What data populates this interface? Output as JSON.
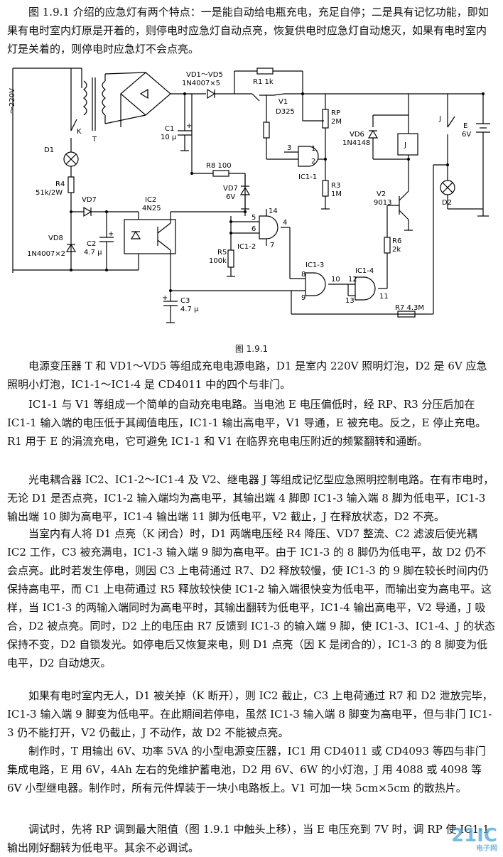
{
  "intro": "图 1.9.1 介绍的应急灯有两个特点：一是能自动给电瓶充电，充足自停；二是具有记忆功能，即如果有电时室内灯原是开着的，则停电时应急灯自动点亮，恢复供电时应急灯自动熄灭，如果有电时室内灯是关着的，则停电时应急灯不会点亮。",
  "figure_caption": "图 1.9.1",
  "paragraphs": [
    "电源变压器 T 和 VD1～VD5 等组成充电电源电路，D1 是室内 220V 照明灯泡，D2 是 6V 应急照明小灯泡，IC1-1～IC1-4 是 CD4011 中的四个与非门。",
    "IC1-1 与 V1 等组成一个简单的自动充电电路。当电池 E 电压偏低时，经 RP、R3 分压后加在 IC1-1 输入端的电压低于其阈值电压，IC1-1 输出高电平，V1 导通，E 被充电。反之，E 停止充电。R1 用于 E 的涓流充电，它可避免 IC1-1 和 V1 在临界充电电压附近的频繁翻转和通断。",
    "光电耦合器 IC2、IC1-2～IC1-4 及 V2、继电器 J 等组成记忆型应急照明控制电路。在有市电时，无论 D1 是否点亮，IC1-2 输入端均为高电平，其输出端 4 脚即 IC1-3 输入端 8 脚为低电平，IC1-3 输出端 10 脚为高电平，IC1-4 输出端 11 脚为低电平，V2 截止，J 在释放状态，D2 不亮。",
    "当室内有人将 D1 点亮（K 闭合）时，D1 两端电压经 R4 降压、VD7 整流、C2 滤波后使光耦 IC2 工作，C3 被充满电，IC1-3 输入端 9 脚为高电平。由于 IC1-3 的 8 脚仍为低电平，故 D2 仍不会点亮。此时若发生停电，则因 C3 上电荷通过 R7、D2 释放较慢，使 IC1-3 的 9 脚在较长时间内仍保持高电平，而 C1 上电荷通过 R5 释放较快使 IC1-2 输入端很快变为低电平，而输出变为高电平。这样，当 IC1-3 的两输入端同时为高电平时，其输出翻转为低电平，IC1-4 输出高电平，V2 导通，J 吸合，D2 被点亮。同时，D2 上的电压由 R7 反馈到 IC1-3 的输入端 9 脚，使 IC1-3、IC1-4、J 的状态保持不变，D2 自锁发光。如停电后又恢复来电，则 D1 点亮（因 K 是闭合的），IC1-3 的 8 脚变为低电平，D2 自动熄灭。",
    "如果有电时室内无人，D1 被关掉（K 断开），则 IC2 截止，C3 上电荷通过 R7 和 D2 泄放完毕，IC1-3 输入端 9 脚变为低电平。在此期间若停电，虽然 IC1-3 输入端 8 脚变为高电平，但与非门 IC1-3 仍不能打开，V2 仍截止，J 不动作，故 D2 不能被点亮。",
    "制作时，T 用输出 6V、功率 5VA 的小型电源变压器，IC1 用 CD4011 或 CD4093 等四与非门集成电路，E 用 6V，4Ah 左右的免维护蓄电池，D2 用 6V、6W 的小灯泡，J 用 4088 或 4098 等 6V 小型继电器。制作时，所有元件焊装于一块小电路板上。V1 可加一块 5cm×5cm 的散热片。",
    "调试时，先将 RP 调到最大阻值（图 1.9.1 中触头上移），当 E 电压充到 7V 时，调 RP 使 IC1-1 输出刚好翻转为低电平。其余不必调试。"
  ],
  "schematic_labels": {
    "ac": "～220V",
    "T": "T",
    "K": "K",
    "D1": "D1",
    "R4": "R4",
    "R4v": "51k/2W",
    "VD7": "VD7",
    "VD8": "VD8",
    "VD8v": "1N4007×2",
    "C2": "C2",
    "C2v": "4.7 μ",
    "IC2": "IC2",
    "IC2v": "4N25",
    "VD15": "VD1～VD5",
    "VD15v": "1N4007×5",
    "C1": "C1",
    "C1v": "10 μ",
    "R1": "R1  1k",
    "V1": "V1",
    "V1v": "D325",
    "RP": "RP",
    "RPv": "2M",
    "IC11": "IC1-1",
    "R3": "R3",
    "R3v": "1M",
    "R8": "R8  100",
    "VD7z": "VD7",
    "VD7zv": "6V",
    "R5": "R5",
    "R5v": "100k",
    "IC12": "IC1-2",
    "IC13": "IC1-3",
    "IC14": "IC1-4",
    "C3": "C3",
    "C3v": "4.7 μ",
    "R7": "R7  4.3M",
    "R6": "R6",
    "R6v": "2k",
    "V2": "V2",
    "V2v": "9013",
    "VD6": "VD6",
    "VD6v": "1N4148",
    "J": "J",
    "E": "E",
    "Ev": "6V",
    "D2": "D2",
    "p3": "3",
    "p2": "2",
    "p1": "1",
    "p5": "5",
    "p6": "6",
    "p14": "14",
    "p4": "4",
    "p7": "7",
    "p8": "8",
    "p9": "9",
    "p10": "10",
    "p12": "12",
    "p13": "13",
    "p11": "11",
    "plus": "+"
  },
  "watermark": "21IC",
  "watermark_sub": "电子网"
}
